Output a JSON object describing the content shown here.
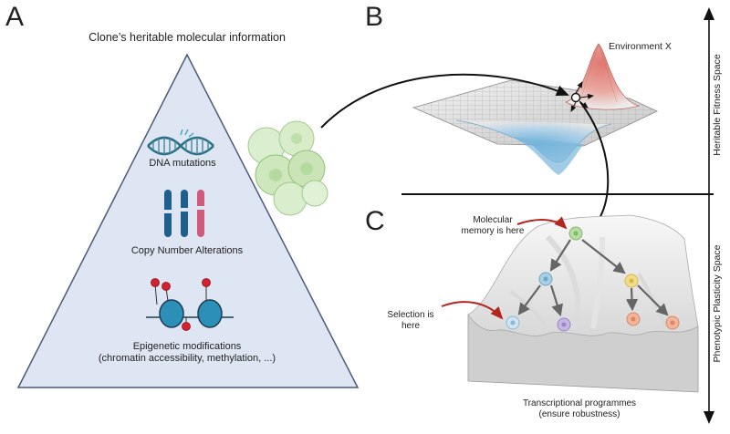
{
  "panels": {
    "a": {
      "letter": "A",
      "title": "Clone’s heritable molecular information",
      "items": [
        {
          "label": "DNA mutations",
          "icon": "dna-icon"
        },
        {
          "label": "Copy Number Alterations",
          "icon": "chromosome-icon"
        },
        {
          "label": "Epigenetic modifications",
          "sublabel": "(chromatin accessibility, methylation, ...)",
          "icon": "nucleosome-icon"
        }
      ],
      "triangle_fill": "#dfe6f3",
      "triangle_stroke": "#4a5a78"
    },
    "b": {
      "letter": "B",
      "peak_label": "Environment X",
      "surface_icon": "fitness-landscape-icon"
    },
    "c": {
      "letter": "C",
      "memory_label": [
        "Molecular",
        "memory is here"
      ],
      "selection_label": [
        "Selection is",
        "here"
      ],
      "bottom_label": [
        "Transcriptional programmes",
        "(ensure robustness)"
      ],
      "surface_icon": "epigenetic-landscape-icon"
    }
  },
  "axis": {
    "upper_label": "Heritable Fitness Space",
    "lower_label": "Phenotypic Plasticity Space"
  },
  "colors": {
    "arrow": "#111111",
    "red_arrow": "#b3261e",
    "grey_arrow": "#666666",
    "cell_green": "#b9dca4",
    "cell_blue": "#a9cfe4",
    "cell_purple": "#c7b6e0",
    "cell_yellow": "#f0dc8a",
    "cell_orange": "#f2b59a"
  }
}
